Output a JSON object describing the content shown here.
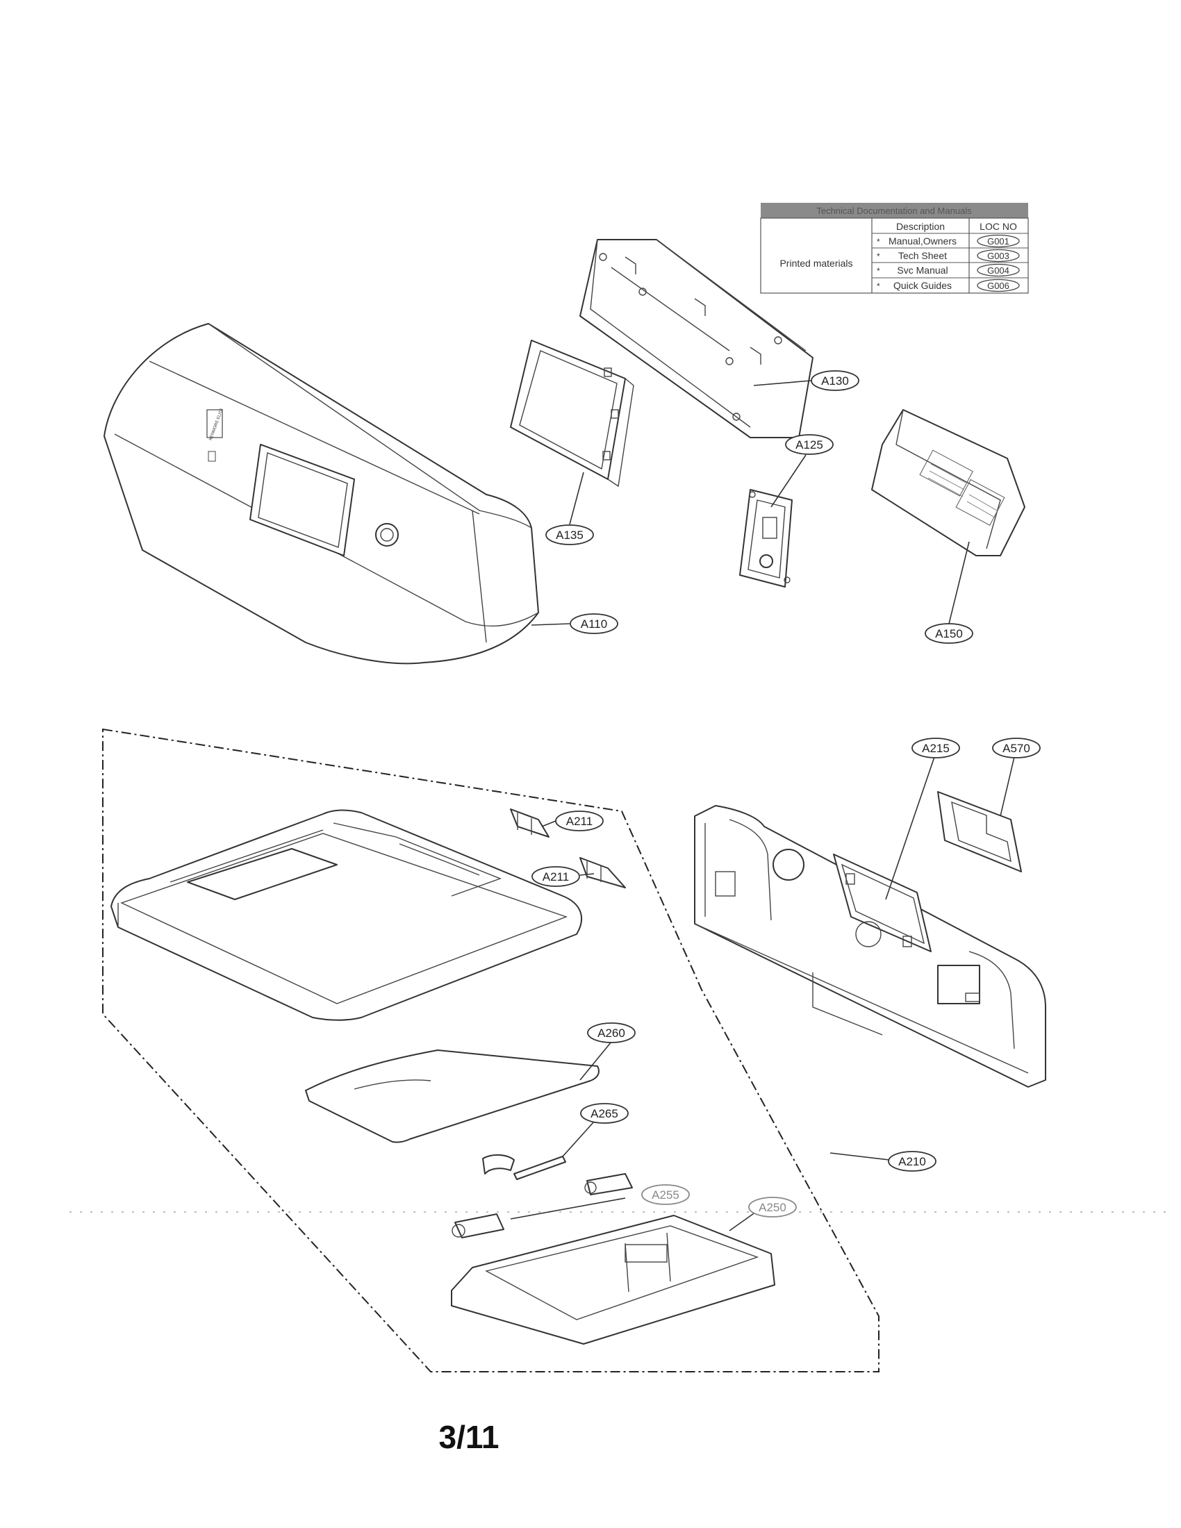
{
  "table": {
    "header": "Technical Documentation and Manuals",
    "group_label": "Printed materials",
    "col_description": "Description",
    "col_loc": "LOC NO",
    "rows": [
      {
        "desc": "Manual,Owners",
        "loc": "G001"
      },
      {
        "desc": "Tech Sheet",
        "loc": "G003"
      },
      {
        "desc": "Svc Manual",
        "loc": "G004"
      },
      {
        "desc": "Quick Guides",
        "loc": "G006"
      }
    ]
  },
  "callouts": {
    "a110": "A110",
    "a125": "A125",
    "a130": "A130",
    "a135": "A135",
    "a150": "A150",
    "a210": "A210",
    "a211a": "A211",
    "a211b": "A211",
    "a215": "A215",
    "a250": "A250",
    "a255": "A255",
    "a260": "A260",
    "a265": "A265",
    "a570": "A570"
  },
  "page_number": "3/11",
  "logo_text": "KENMORE ELITE"
}
